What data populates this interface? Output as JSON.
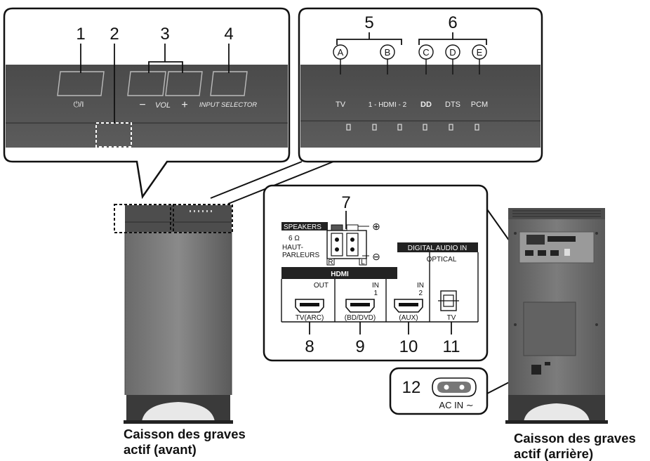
{
  "callouts": {
    "n1": "1",
    "n2": "2",
    "n3": "3",
    "n4": "4",
    "n5": "5",
    "n6": "6",
    "n7": "7",
    "n8": "8",
    "n9": "9",
    "n10": "10",
    "n11": "11",
    "n12": "12"
  },
  "indicator_letters": {
    "a": "A",
    "b": "B",
    "c": "C",
    "d": "D",
    "e": "E"
  },
  "front_panel": {
    "power_label": "⏻/I",
    "vol_minus": "−",
    "vol_label": "VOL",
    "vol_plus": "+",
    "input_label": "INPUT SELECTOR"
  },
  "indicators": {
    "tv": "TV",
    "hdmi": "1 - HDMI - 2",
    "dolby": "DD",
    "dts": "DTS",
    "pcm": "PCM"
  },
  "rear_panel": {
    "speakers_title": "SPEAKERS",
    "impedance": "6 Ω",
    "haut": "HAUT-",
    "parleurs": "PARLEURS",
    "right": "R",
    "left": "L",
    "plus": "⊕",
    "minus": "⊖",
    "hdmi_logo": "HDMI",
    "digital_audio_in": "DIGITAL AUDIO IN",
    "optical": "OPTICAL",
    "out": "OUT",
    "in": "IN",
    "in1": "1",
    "in2": "2",
    "port_tvarc": "TV(ARC)",
    "port_bddvd": "(BD/DVD)",
    "port_aux": "(AUX)",
    "port_tv": "TV"
  },
  "ac_in": "AC IN ∼",
  "captions": {
    "front_line1": "Caisson des graves",
    "front_line2": "actif (avant)",
    "rear_line1": "Caisson des graves",
    "rear_line2": "actif (arrière)"
  }
}
